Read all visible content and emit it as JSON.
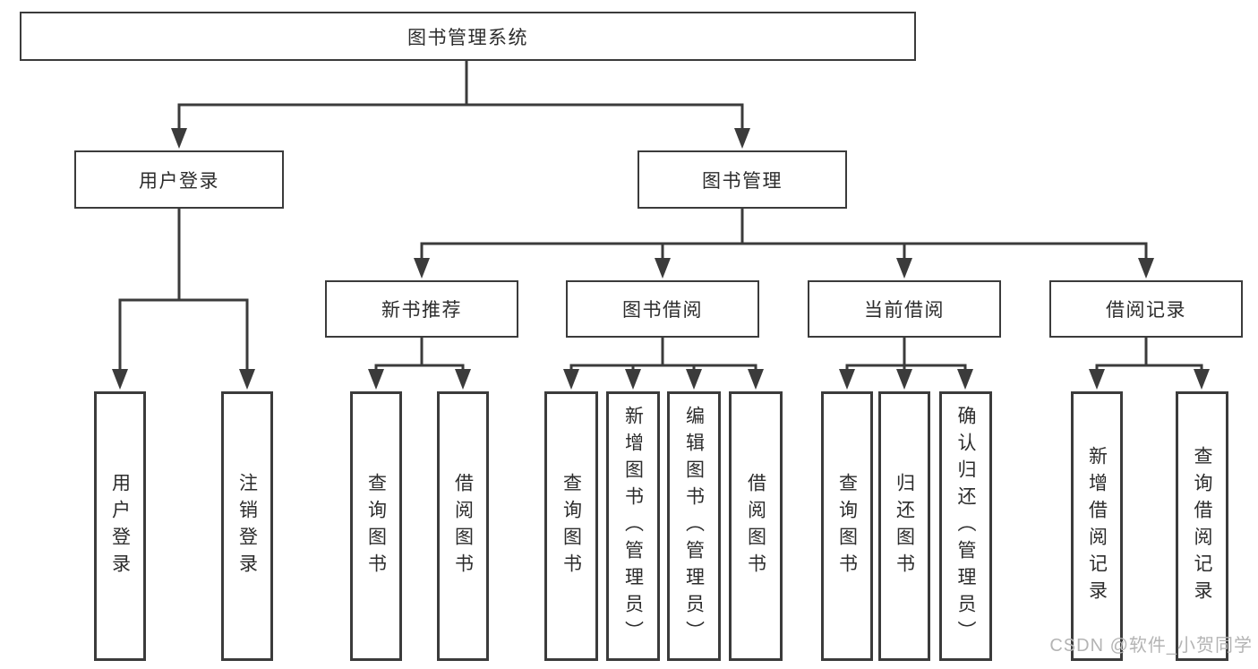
{
  "diagram_title": "图书管理系统",
  "nodes": {
    "root": {
      "label": "图书管理系统"
    },
    "userLogin": {
      "label": "用户登录",
      "children": [
        {
          "label": "用户登录"
        },
        {
          "label": "注销登录"
        }
      ]
    },
    "bookMgmt": {
      "label": "图书管理",
      "children": [
        {
          "label": "新书推荐",
          "children": [
            {
              "label": "查询图书"
            },
            {
              "label": "借阅图书"
            }
          ]
        },
        {
          "label": "图书借阅",
          "children": [
            {
              "label": "查询图书"
            },
            {
              "label": "新增图书（管理员）"
            },
            {
              "label": "编辑图书（管理员）"
            },
            {
              "label": "借阅图书"
            }
          ]
        },
        {
          "label": "当前借阅",
          "children": [
            {
              "label": "查询图书"
            },
            {
              "label": "归还图书"
            },
            {
              "label": "确认归还（管理员）"
            }
          ]
        },
        {
          "label": "借阅记录",
          "children": [
            {
              "label": "新增借阅记录"
            },
            {
              "label": "查询借阅记录"
            }
          ]
        }
      ]
    }
  },
  "watermark": {
    "text": "CSDN @软件_小贺同学"
  },
  "colors": {
    "background": "#ffffff",
    "box_border": "#3b3b3b",
    "connector": "#3b3b3b",
    "text": "#2c2c2c",
    "watermark": "#b4b4b4"
  }
}
